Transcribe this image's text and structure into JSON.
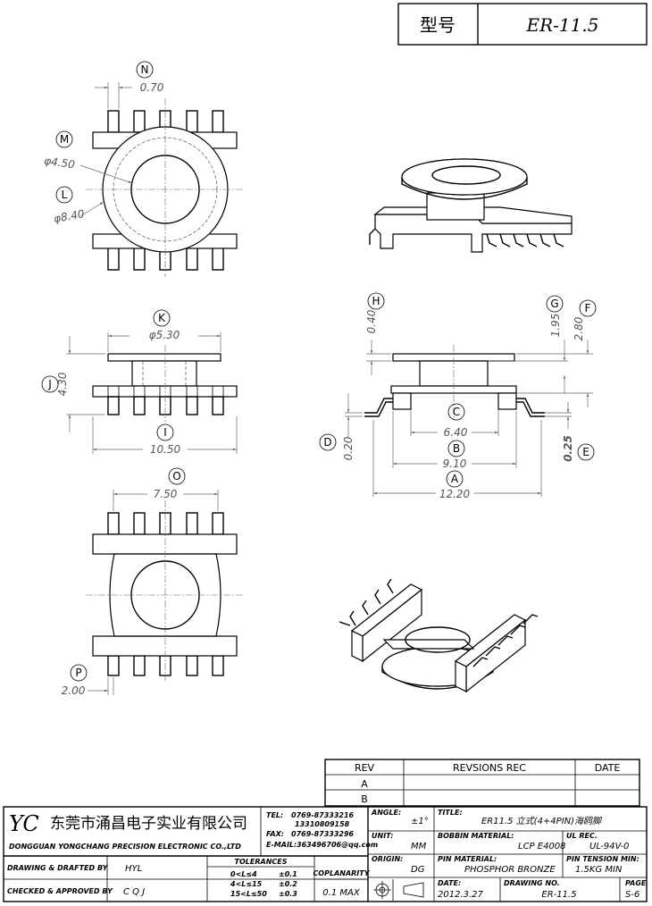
{
  "header": {
    "label": "型号",
    "model": "ER-11.5"
  },
  "dimensions": {
    "A": {
      "letter": "A",
      "value": "12.20"
    },
    "B": {
      "letter": "B",
      "value": "9.10"
    },
    "C": {
      "letter": "C",
      "value": "6.40"
    },
    "D": {
      "letter": "D",
      "value": "0.20"
    },
    "E": {
      "letter": "E",
      "value": "0.25"
    },
    "F": {
      "letter": "F",
      "value": "2.80"
    },
    "G": {
      "letter": "G",
      "value": "1.95"
    },
    "H": {
      "letter": "H",
      "value": "0.40"
    },
    "I": {
      "letter": "I",
      "value": "10.50"
    },
    "J": {
      "letter": "J",
      "value": "4.30"
    },
    "K": {
      "letter": "K",
      "value": "φ5.30"
    },
    "L": {
      "letter": "L",
      "value": "φ8.40"
    },
    "M": {
      "letter": "M",
      "value": "φ4.50"
    },
    "N": {
      "letter": "N",
      "value": "0.70"
    },
    "O": {
      "letter": "O",
      "value": "7.50"
    },
    "P": {
      "letter": "P",
      "value": "2.00"
    }
  },
  "revision_table": {
    "headers": [
      "REV",
      "REVSIONS REC",
      "DATE"
    ],
    "rows": [
      "A",
      "B"
    ]
  },
  "title_block": {
    "logo": "YC",
    "company_cn": "东莞市涌昌电子实业有限公司",
    "company_en": "DONGGUAN YONGCHANG PRECISION ELECTRONIC CO.,LTD",
    "tel_label": "TEL:",
    "tel": "0769-87333216",
    "tel2": "13310809158",
    "fax_label": "FAX:",
    "fax": "0769-87333296",
    "email_label": "E-MAIL:",
    "email": "363496706@qq.com",
    "angle_label": "ANGLE:",
    "angle": "±1°",
    "title_label": "TITLE:",
    "title": "ER11.5 立式(4+4PIN)海鸥脚",
    "unit_label": "UNIT:",
    "unit": "MM",
    "bobbin_label": "BOBBIN MATERIAL:",
    "bobbin": "LCP E4008",
    "ul_label": "UL REC.",
    "ul": "UL-94V-0",
    "origin_label": "ORIGIN:",
    "origin": "DG",
    "pin_label": "PIN MATERIAL:",
    "pin": "PHOSPHOR BRONZE",
    "tension_label": "PIN TENSION MIN:",
    "tension": "1.5KG MIN",
    "drawn_label": "DRAWING & DRAFTED BY",
    "drawn": "HYL",
    "checked_label": "CHECKED & APPROVED BY",
    "checked": "C Q J",
    "tolerances_label": "TOLERANCES",
    "tol": [
      {
        "range": "0<L≤4",
        "val": "±0.1"
      },
      {
        "range": "4<L≤15",
        "val": "±0.2"
      },
      {
        "range": "15<L≤50",
        "val": "±0.3"
      }
    ],
    "coplanarity_label": "COPLANARITY",
    "coplanarity": "0.1 MAX",
    "date_label": "DATE:",
    "date": "2012.3.27",
    "drawing_no_label": "DRAWING NO.",
    "drawing_no": "ER-11.5",
    "page_label": "PAGE",
    "page": "S-6"
  }
}
